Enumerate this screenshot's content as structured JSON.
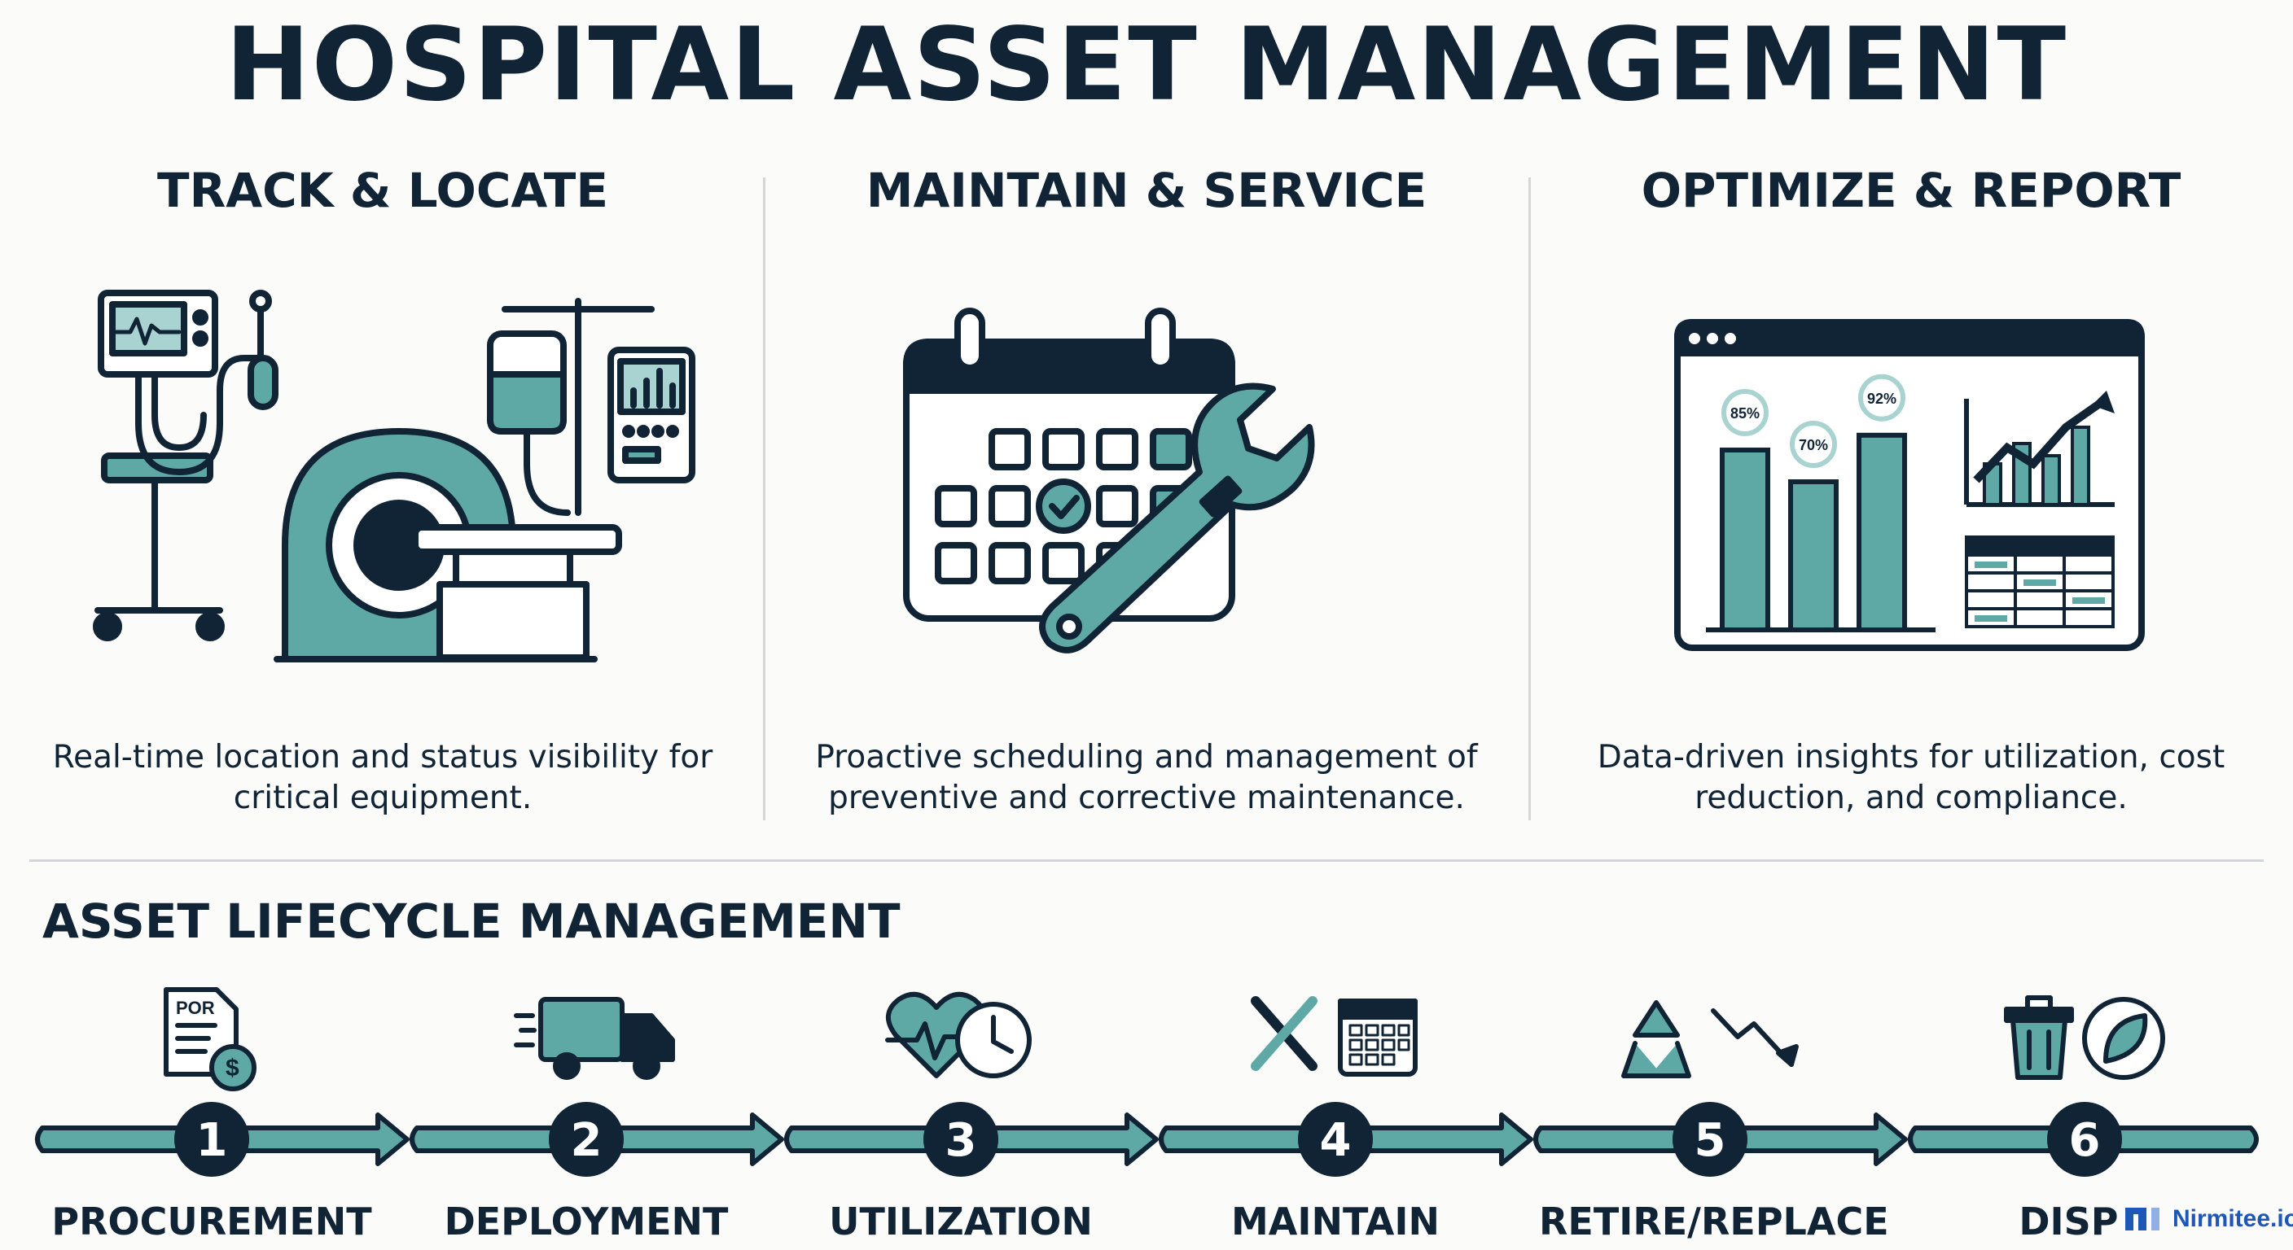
{
  "title": "HOSPITAL ASSET MANAGEMENT",
  "sections": [
    {
      "heading": "TRACK & LOCATE",
      "description_line1": "Real-time location and status visibility for",
      "description_line2": "critical equipment."
    },
    {
      "heading": "MAINTAIN & SERVICE",
      "description_line1": "Proactive scheduling and management of",
      "description_line2": "preventive and corrective maintenance."
    },
    {
      "heading": "OPTIMIZE & REPORT",
      "description_line1": "Data-driven insights for utilization, cost",
      "description_line2": "reduction, and compliance."
    }
  ],
  "dashboard": {
    "gauges": [
      "85%",
      "70%",
      "92%"
    ],
    "bar_values": [
      85,
      70,
      92
    ]
  },
  "lifecycle": {
    "title": "ASSET LIFECYCLE MANAGEMENT",
    "steps": [
      {
        "number": "1",
        "label": "PROCUREMENT",
        "icon": "purchase-order-icon",
        "icon_text": "POR"
      },
      {
        "number": "2",
        "label": "DEPLOYMENT",
        "icon": "delivery-truck-icon"
      },
      {
        "number": "3",
        "label": "UTILIZATION",
        "icon": "heartbeat-clock-icon"
      },
      {
        "number": "4",
        "label": "MAINTAIN",
        "icon": "tools-calendar-icon"
      },
      {
        "number": "5",
        "label": "RETIRE/REPLACE",
        "icon": "recycle-decline-icon"
      },
      {
        "number": "6",
        "label": "DISPO",
        "icon": "trash-leaf-icon"
      }
    ]
  },
  "brand": {
    "name": "Nirmitee.io",
    "logo_icon": "nirmitee-logo-icon"
  },
  "colors": {
    "navy": "#102436",
    "teal": "#5ea9a6",
    "teal_light": "#a9d3d0",
    "divider": "#d4d7d9"
  }
}
